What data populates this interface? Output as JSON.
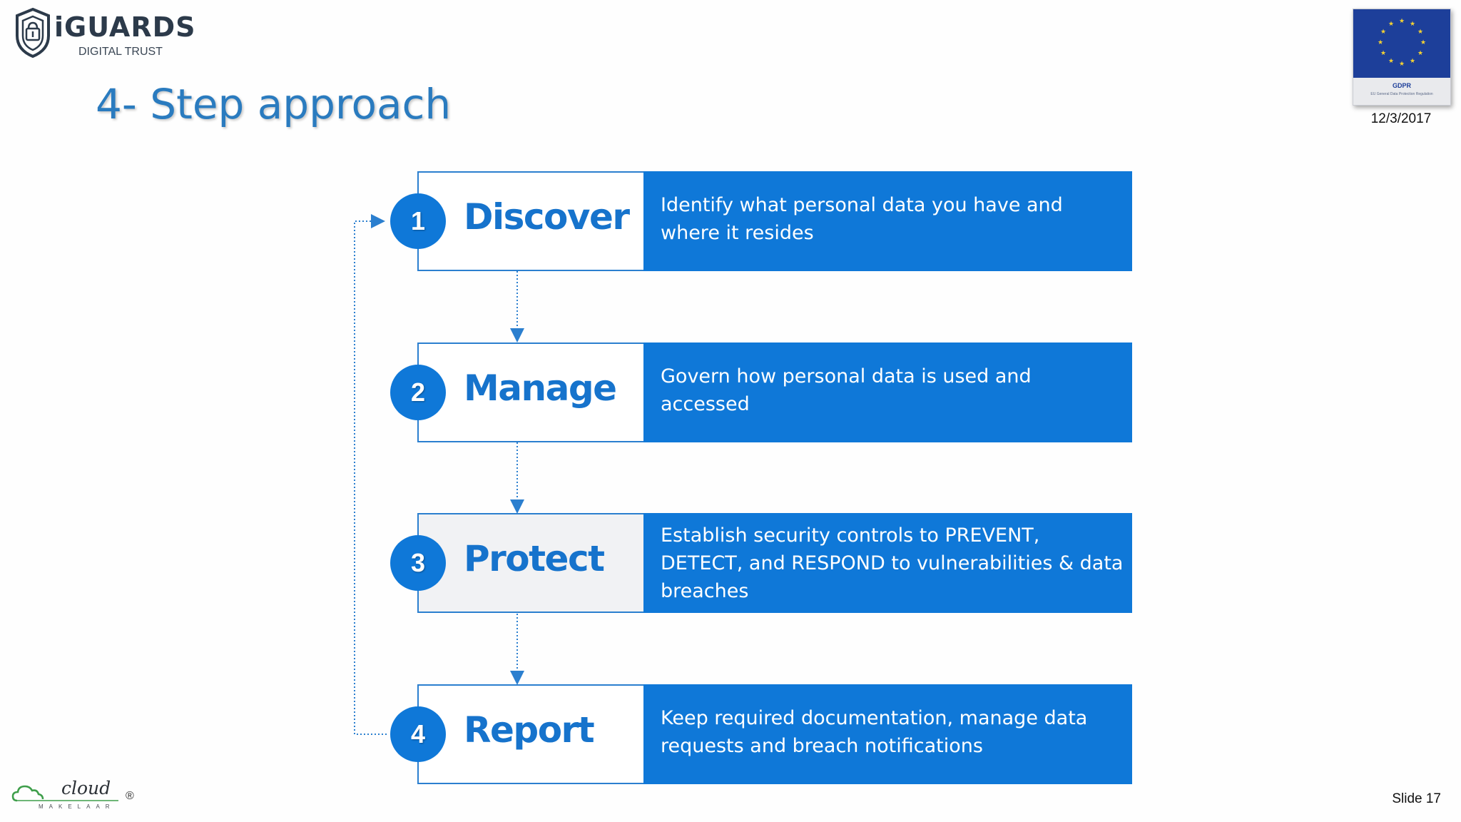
{
  "logo": {
    "name": "iGUARDS",
    "tagline": "DIGITAL TRUST"
  },
  "title": "4- Step approach",
  "badge": {
    "label": "GDPR",
    "sub": "EU General Data Protection Regulation"
  },
  "date": "12/3/2017",
  "steps": [
    {
      "number": "1",
      "name": "Discover",
      "description": "Identify what personal data you have and where it resides"
    },
    {
      "number": "2",
      "name": "Manage",
      "description": "Govern how personal data is used and accessed"
    },
    {
      "number": "3",
      "name": "Protect",
      "description": "Establish security controls to PREVENT, DETECT, and RESPOND to vulnerabilities & data breaches"
    },
    {
      "number": "4",
      "name": "Report",
      "description": "Keep required documentation, manage data requests and breach notifications"
    }
  ],
  "footer": {
    "brand_word": "cloud",
    "brand_sub": "MAKELAAR",
    "registered_mark": "®",
    "slide_number": "Slide 17"
  },
  "colors": {
    "accent": "#0f78d8",
    "title": "#2a7bbf",
    "step_name": "#1673cc",
    "outline": "#2b7fcf"
  }
}
